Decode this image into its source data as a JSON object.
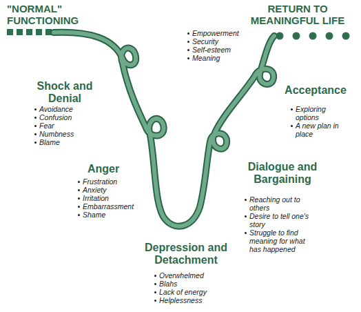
{
  "diagram": {
    "labels": [
      "\"NORMAL\" FUNCTIONING",
      "RETURN TO MEANINGFUL LIFE",
      "Empowerment",
      "Security",
      "Self-esteem",
      "Meaning",
      "Shock and Denial",
      "Avoidance",
      "Confusion",
      "Fear",
      "Numbness",
      "Blame",
      "Anger",
      "Frustration",
      "Anxiety",
      "Irritation",
      "Embarrassment",
      "Shame",
      "Acceptance",
      "Exploring options",
      "A new plan in place",
      "Dialogue and Bargaining",
      "Reaching out to others",
      "Desire to tell one's story",
      "Struggle to find meaning for what has happened",
      "Depression and Detachment",
      "Overwhelmed",
      "Blahs",
      "Lack of energy",
      "Helplessness"
    ]
  }
}
